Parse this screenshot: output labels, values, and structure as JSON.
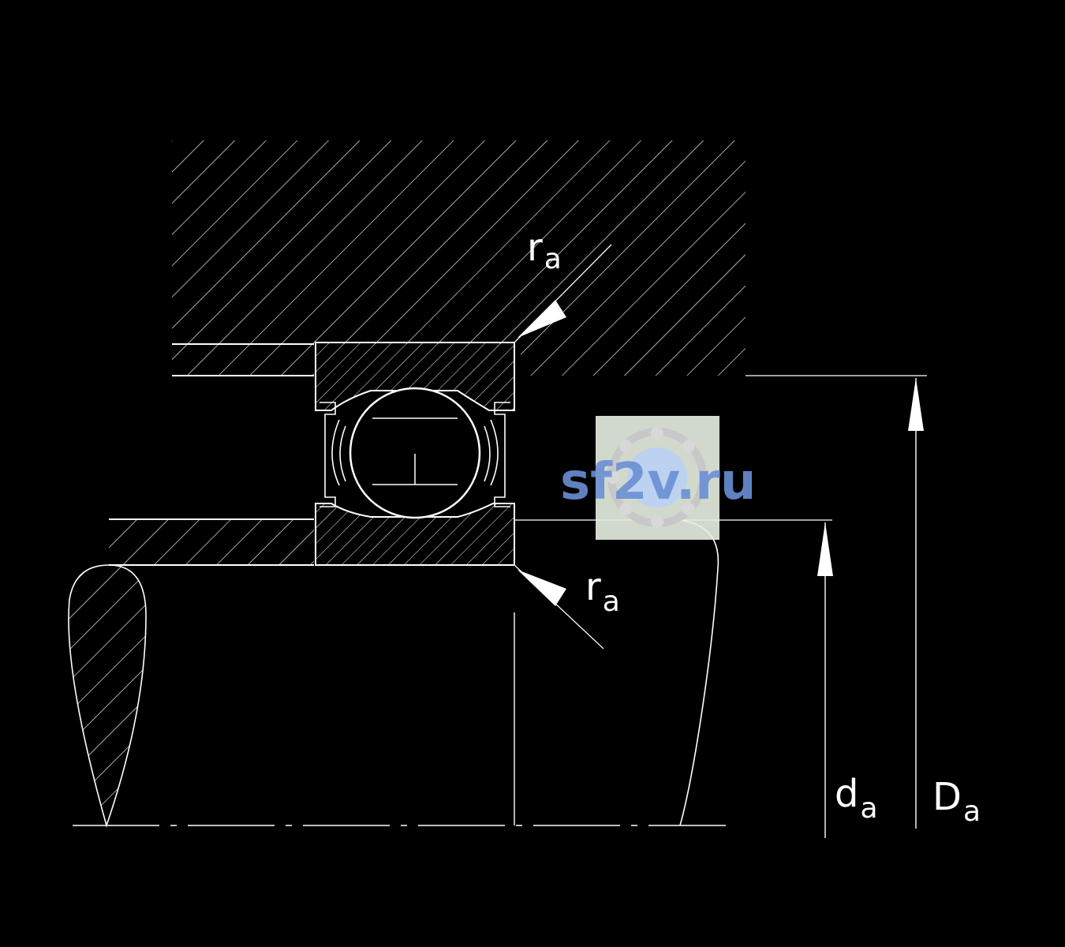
{
  "labels": {
    "ra_top": {
      "main": "r",
      "sub": "a"
    },
    "ra_bottom": {
      "main": "r",
      "sub": "a"
    },
    "da": {
      "main": "d",
      "sub": "a"
    },
    "Da": {
      "main": "D",
      "sub": "a"
    }
  },
  "watermark": {
    "text": "sf2v.ru"
  },
  "colors": {
    "line": "#ffffff",
    "background": "#000000",
    "watermark": "#6a8fd6"
  }
}
